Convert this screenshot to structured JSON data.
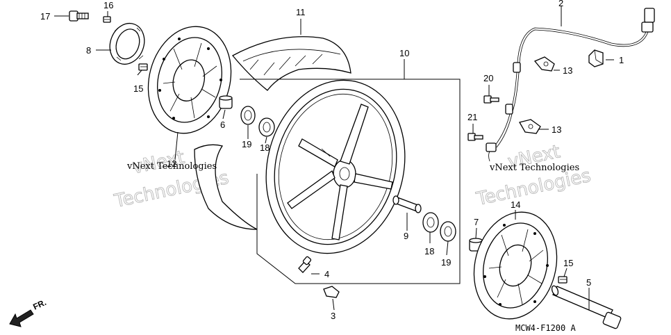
{
  "callouts": {
    "p1": "1",
    "p2": "2",
    "p3": "3",
    "p4": "4",
    "p5": "5",
    "p6": "6",
    "p7": "7",
    "p8": "8",
    "p9": "9",
    "p10": "10",
    "p11": "11",
    "p12": "12",
    "p13a": "13",
    "p13b": "13",
    "p14": "14",
    "p15a": "15",
    "p15b": "15",
    "p16": "16",
    "p17": "17",
    "p18a": "18",
    "p18b": "18",
    "p19a": "19",
    "p19b": "19",
    "p20": "20",
    "p21": "21"
  },
  "watermark": {
    "small_left": "vNext Technologies",
    "small_right": "vNext Technologies",
    "big_left_1": "vNext",
    "big_left_2": "Technologies",
    "big_right_1": "vNext",
    "big_right_2": "Technologies"
  },
  "direction_label": "FR.",
  "diagram_code": "MCW4-F1200 A"
}
